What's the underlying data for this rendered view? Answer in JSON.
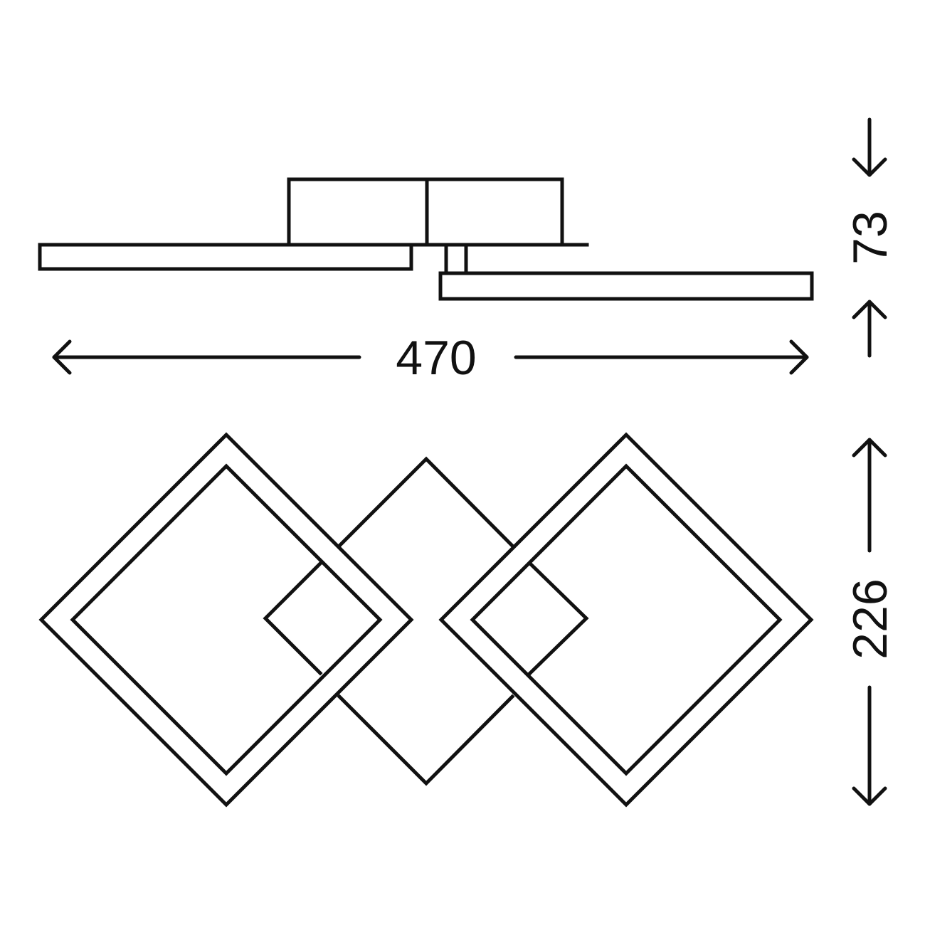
{
  "drawing": {
    "colors": {
      "line": "#111111",
      "background": "#ffffff"
    },
    "dimensions": {
      "length": "470",
      "side_height": "73",
      "plan_depth": "226"
    }
  }
}
